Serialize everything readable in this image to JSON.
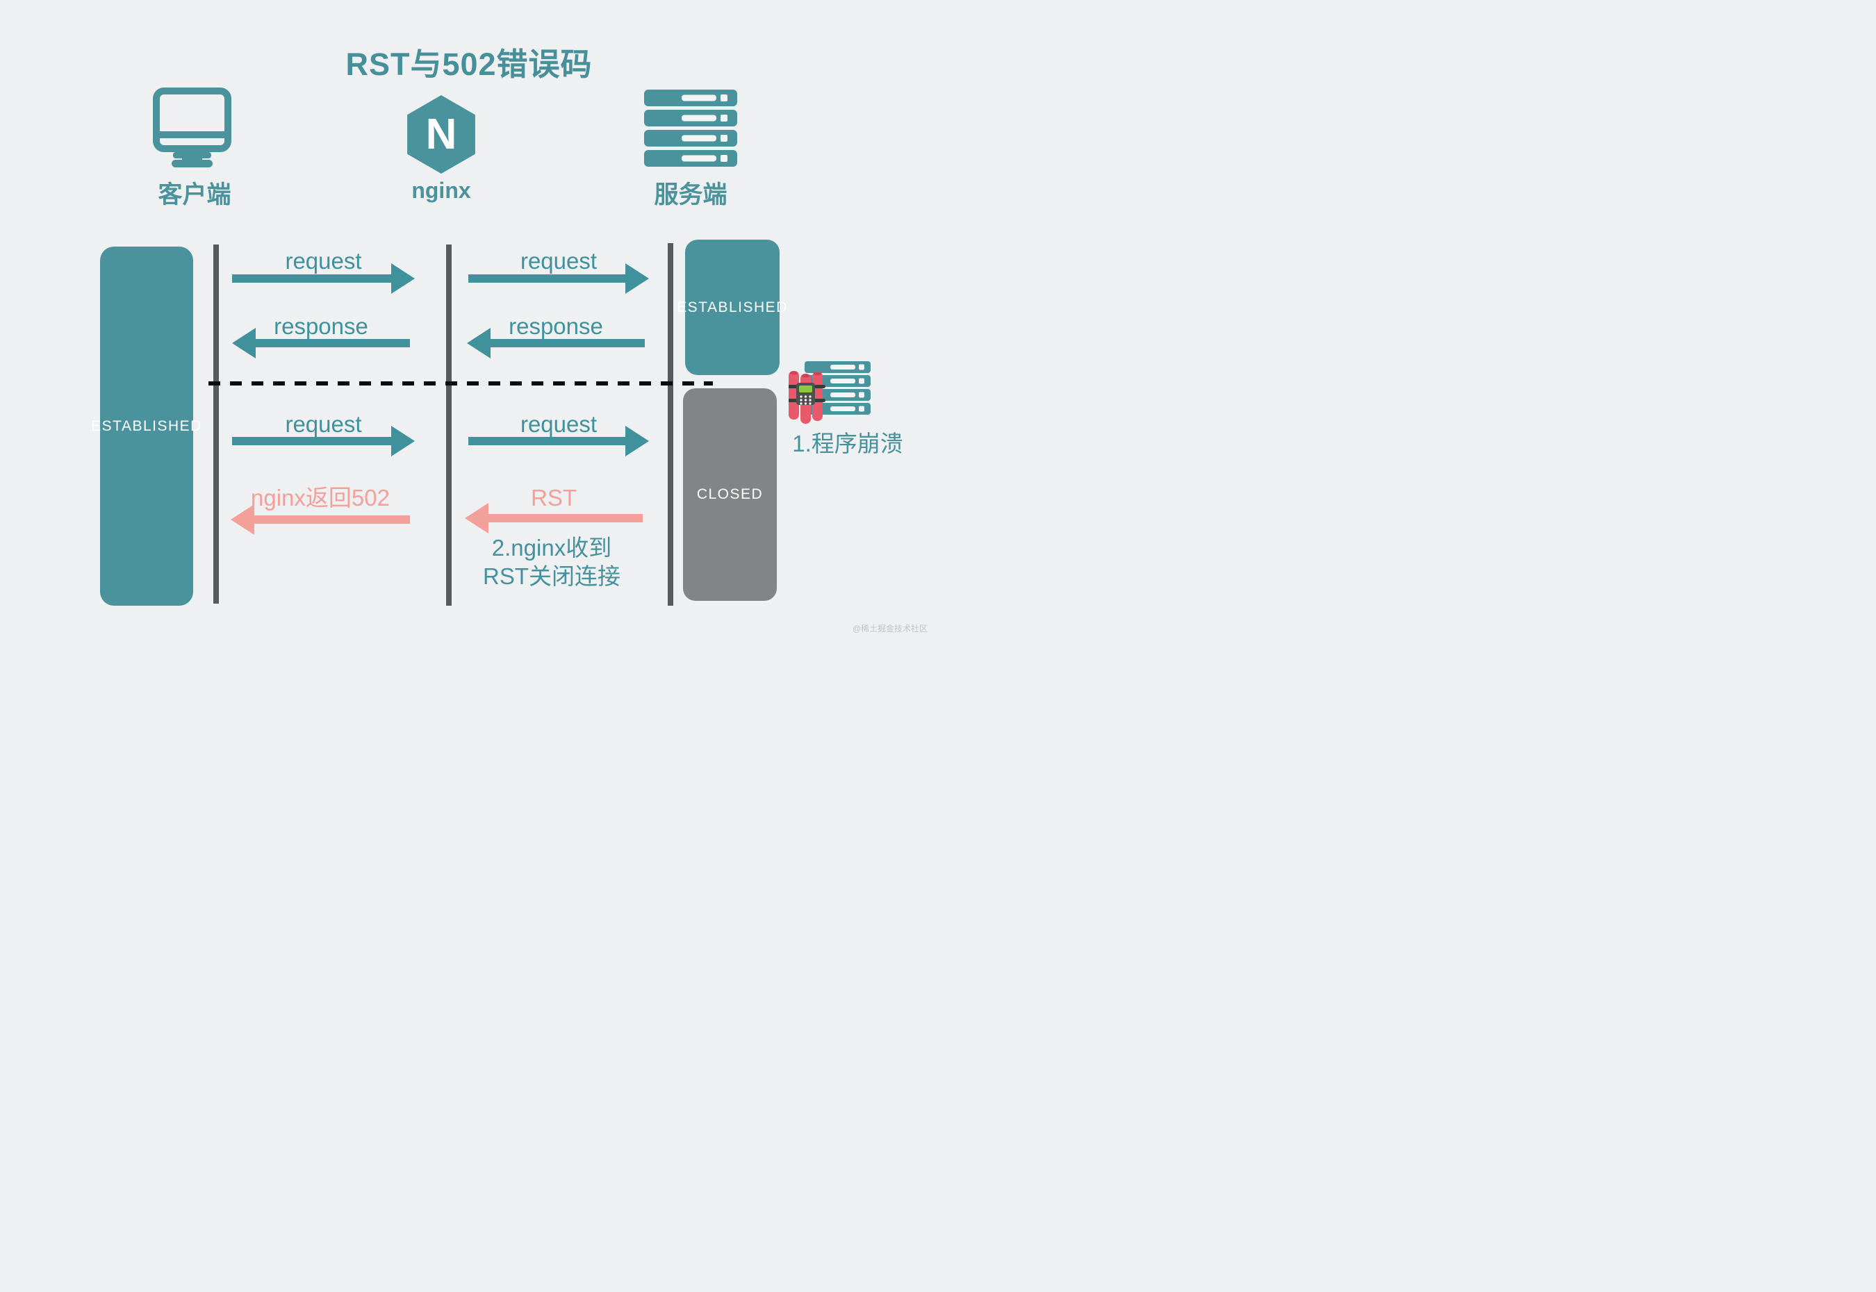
{
  "title": "RST与502错误码",
  "entities": {
    "client": {
      "label": "客户端"
    },
    "nginx": {
      "label": "nginx",
      "logo_letter": "N"
    },
    "server": {
      "label": "服务端"
    }
  },
  "states": {
    "established": "ESTABLISHED",
    "closed": "CLOSED"
  },
  "messages": {
    "request": "request",
    "response": "response",
    "nginx_502": "nginx返回502",
    "rst": "RST"
  },
  "annotations": {
    "crash": "1.程序崩溃",
    "nginx_note_line1": "2.nginx收到",
    "nginx_note_line2": "RST关闭连接"
  },
  "watermark": "@稀土掘金技术社区",
  "colors": {
    "teal": "#4a939c",
    "arrow_teal": "#3f919b",
    "pink": "#f4a09a",
    "closed_gray": "#838487",
    "lifeline_gray": "#58595b",
    "background": "#eef0f1",
    "dynamite_red": "#e8596b"
  }
}
